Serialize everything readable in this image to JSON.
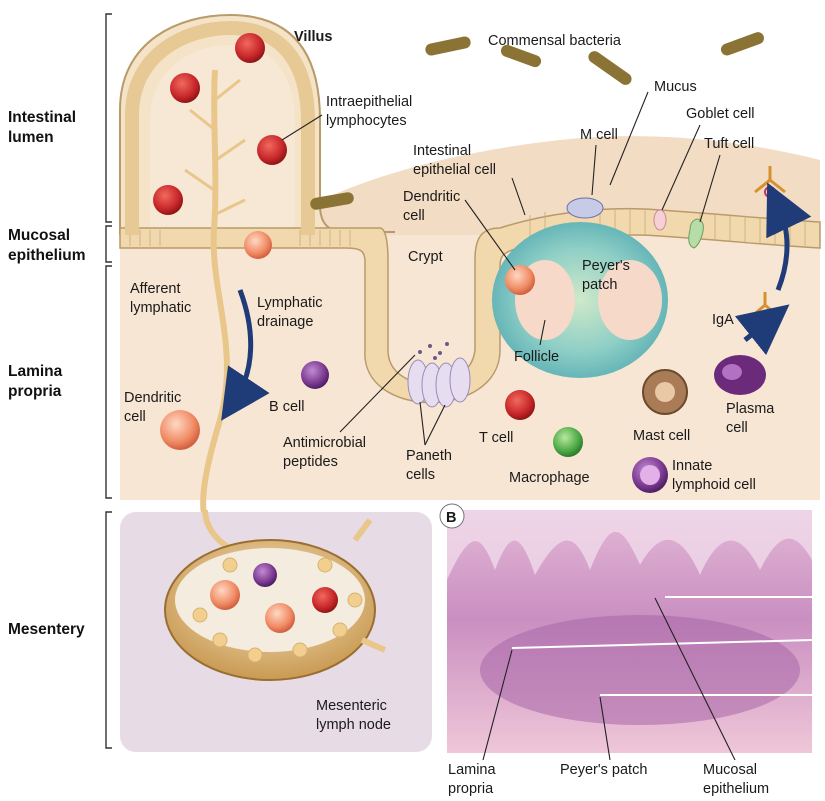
{
  "side_labels": {
    "lumen_1": "Intestinal",
    "lumen_2": "lumen",
    "epithelium_1": "Mucosal",
    "epithelium_2": "epithelium",
    "lamina_1": "Lamina",
    "lamina_2": "propria",
    "mesentery": "Mesentery"
  },
  "panel_a_labels": {
    "villus": "Villus",
    "commensal_bacteria": "Commensal bacteria",
    "intraepithelial_1": "Intraepithelial",
    "intraepithelial_2": "lymphocytes",
    "mucus": "Mucus",
    "m_cell": "M cell",
    "goblet_cell": "Goblet cell",
    "tuft_cell": "Tuft cell",
    "intestinal_epi_1": "Intestinal",
    "intestinal_epi_2": "epithelial cell",
    "dendritic_top_1": "Dendritic",
    "dendritic_top_2": "cell",
    "crypt": "Crypt",
    "peyers_1": "Peyer's",
    "peyers_2": "patch",
    "afferent_1": "Afferent",
    "afferent_2": "lymphatic",
    "lymph_drain_1": "Lymphatic",
    "lymph_drain_2": "drainage",
    "iga": "IgA",
    "follicle": "Follicle",
    "b_cell": "B cell",
    "dendritic_low_1": "Dendritic",
    "dendritic_low_2": "cell",
    "antimicrobial_1": "Antimicrobial",
    "antimicrobial_2": "peptides",
    "paneth_1": "Paneth",
    "paneth_2": "cells",
    "t_cell": "T cell",
    "macrophage": "Macrophage",
    "mast_cell": "Mast cell",
    "plasma_1": "Plasma",
    "plasma_2": "cell",
    "innate_1": "Innate",
    "innate_2": "lymphoid cell",
    "mesenteric_1": "Mesenteric",
    "mesenteric_2": "lymph node"
  },
  "panel_b": {
    "letter": "B",
    "lamina_1": "Lamina",
    "lamina_2": "propria",
    "peyers": "Peyer's patch",
    "mucosal_1": "Mucosal",
    "mucosal_2": "epithelium"
  },
  "colors": {
    "tissue": "#f7e4cf",
    "epithelium": "#f3dfb9",
    "lymphocyte_red": "#c8262a",
    "dendritic": "#f08a63",
    "b_cell_purple": "#7b3a90",
    "macrophage_green": "#4caa45",
    "peyer_teal": "#7fc6c3",
    "lymph_blue": "#1f3c78",
    "node_bg": "#e7dbe6",
    "histology_pink": "#d7a3c9"
  }
}
